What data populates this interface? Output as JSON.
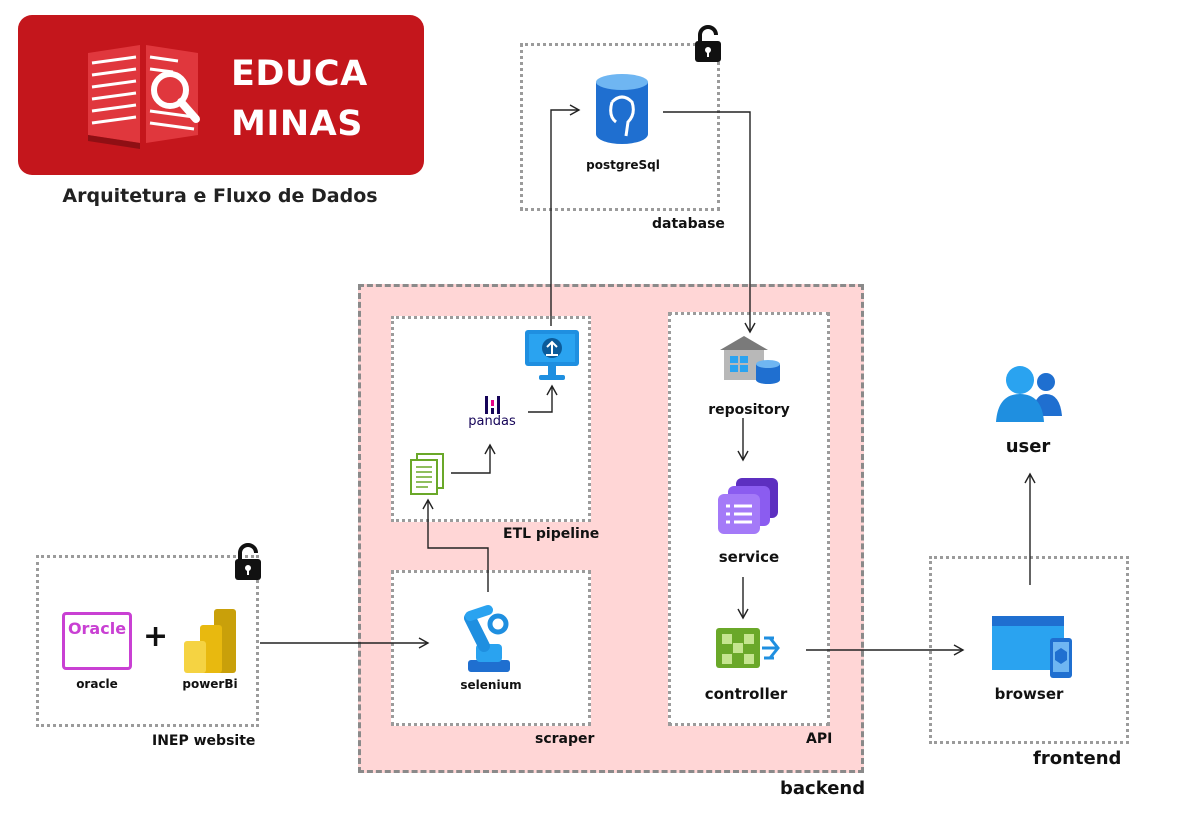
{
  "logo": {
    "line1": "EDUCA",
    "line2": "MINAS"
  },
  "subtitle": "Arquitetura e Fluxo de Dados",
  "groups": {
    "database": "database",
    "backend": "backend",
    "etl": "ETL pipeline",
    "scraper": "scraper",
    "api": "API",
    "inep": "INEP website",
    "frontend": "frontend"
  },
  "nodes": {
    "postgres": "postgreSql",
    "pandas": "pandas",
    "repository": "repository",
    "service": "service",
    "controller": "controller",
    "selenium": "selenium",
    "oracle": "oracle",
    "oracle_logo": "Oracle",
    "powerbi": "powerBi",
    "user": "user",
    "browser": "browser",
    "plus": "+"
  },
  "colors": {
    "brand_red": "#c4161c",
    "backend_fill": "#ffd6d6",
    "azure_blue": "#1f8fe0",
    "oracle_purple": "#c940d3",
    "powerbi_yellow": "#f2c811",
    "green": "#6aa829",
    "purple": "#7b4fe0"
  }
}
